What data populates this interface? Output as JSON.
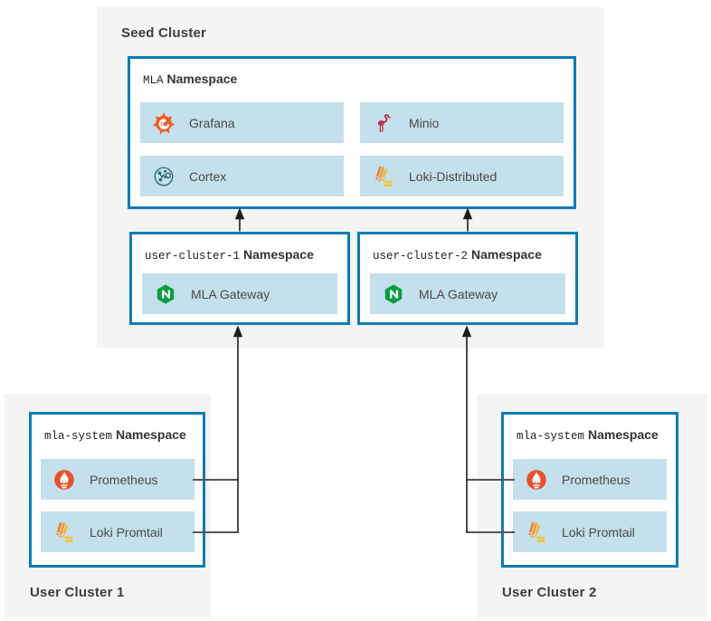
{
  "colors": {
    "border_blue": "#0d7cb5",
    "row_blue": "#c3e0ec",
    "cluster_gray": "#f4f4f5",
    "arrow_black": "#1d1d1d",
    "connector_gray": "#555555",
    "grafana_orange": "#f05b23",
    "minio_pink": "#c72c49",
    "cortex_teal": "#2a6577",
    "loki_orange": "#ef8035",
    "loki_yellow": "#f9c22c",
    "nginx_green": "#089c3e",
    "prometheus_red": "#e6522c"
  },
  "seed_cluster": {
    "label": "Seed Cluster",
    "mla_namespace": {
      "name": "MLA",
      "suffix": "Namespace",
      "items": [
        {
          "label": "Grafana",
          "icon": "grafana-icon"
        },
        {
          "label": "Minio",
          "icon": "minio-icon"
        },
        {
          "label": "Cortex",
          "icon": "cortex-icon"
        },
        {
          "label": "Loki-Distributed",
          "icon": "loki-icon"
        }
      ]
    },
    "gateway_namespaces": [
      {
        "name": "user-cluster-1",
        "suffix": "Namespace",
        "item": {
          "label": "MLA Gateway",
          "icon": "nginx-icon"
        }
      },
      {
        "name": "user-cluster-2",
        "suffix": "Namespace",
        "item": {
          "label": "MLA Gateway",
          "icon": "nginx-icon"
        }
      }
    ]
  },
  "user_clusters": [
    {
      "label": "User Cluster 1",
      "namespace": {
        "name": "mla-system",
        "suffix": "Namespace",
        "items": [
          {
            "label": "Prometheus",
            "icon": "prometheus-icon"
          },
          {
            "label": "Loki Promtail",
            "icon": "loki-icon"
          }
        ]
      }
    },
    {
      "label": "User Cluster 2",
      "namespace": {
        "name": "mla-system",
        "suffix": "Namespace",
        "items": [
          {
            "label": "Prometheus",
            "icon": "prometheus-icon"
          },
          {
            "label": "Loki Promtail",
            "icon": "loki-icon"
          }
        ]
      }
    }
  ]
}
